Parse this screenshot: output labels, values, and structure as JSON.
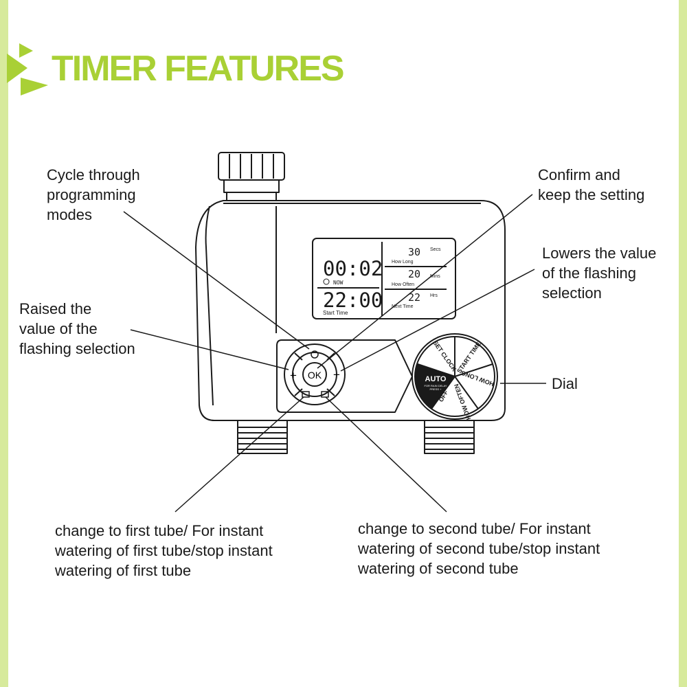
{
  "colors": {
    "accent": "#a9d035",
    "border": "#d7ea9c",
    "ink": "#1a1a1a"
  },
  "header": {
    "title": "TIMER FEATURES",
    "icon": "play-arrows-icon"
  },
  "callouts": {
    "cycle_modes": "Cycle through\nprogramming\nmodes",
    "raise_value": "Raised the\nvalue of the\nflashing selection",
    "confirm": "Confirm and\nkeep the setting",
    "lower_value": "Lowers the value\nof the flashing\nselection",
    "dial": "Dial",
    "first_tube": "change to first tube/ For instant\nwatering of first tube/stop instant\nwatering of first tube",
    "second_tube": "change to second tube/ For instant\nwatering of second tube/stop instant\nwatering of second tube"
  },
  "lcd": {
    "now_time": "00:02",
    "now_label": "NOW",
    "start_time": "22:00",
    "start_label": "Start Time",
    "how_long_value": "30",
    "how_long_unit": "Secs",
    "how_long_label": "How Long",
    "how_often_value": "20",
    "how_often_unit": "Mins",
    "how_often_label": "How Often",
    "next_time_value": "22",
    "next_time_unit": "Hrs",
    "next_time_label": "Next Time"
  },
  "buttons": {
    "ok": "OK",
    "plus": "+",
    "minus": "−"
  },
  "dial": {
    "auto": "AUTO",
    "auto_sub": "FOR RAIN DELAY\nPRESS +",
    "positions": [
      "SET CLOCK",
      "START TIME",
      "HOW LONG",
      "HOW OFTEN",
      "OFF"
    ]
  }
}
